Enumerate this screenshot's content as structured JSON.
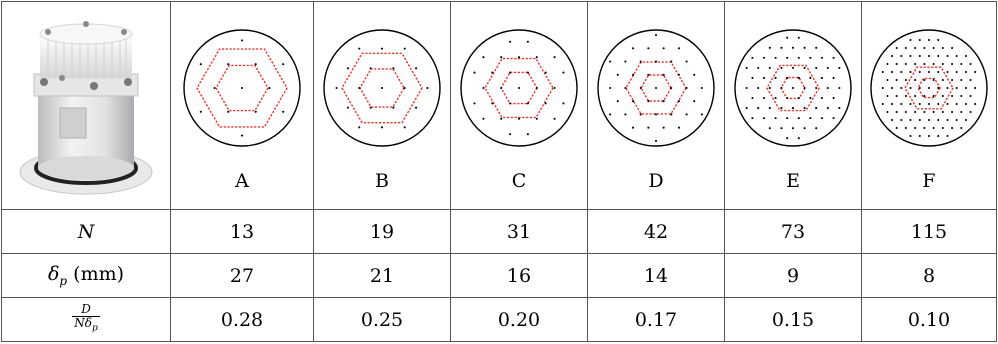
{
  "table": {
    "configs": [
      {
        "label": "A",
        "N": "13",
        "delta_p": "27",
        "ratio": "0.28"
      },
      {
        "label": "B",
        "N": "19",
        "delta_p": "21",
        "ratio": "0.25"
      },
      {
        "label": "C",
        "N": "31",
        "delta_p": "16",
        "ratio": "0.20"
      },
      {
        "label": "D",
        "N": "42",
        "delta_p": "14",
        "ratio": "0.17"
      },
      {
        "label": "E",
        "N": "73",
        "delta_p": "9",
        "ratio": "0.15"
      },
      {
        "label": "F",
        "N": "115",
        "delta_p": "8",
        "ratio": "0.10"
      }
    ],
    "row_labels": {
      "n_symbol": "N",
      "delta_symbol": "δ",
      "delta_sub": "p",
      "delta_unit": "(mm)",
      "ratio_num": "D",
      "ratio_den_n": "N",
      "ratio_den_delta": "δ",
      "ratio_den_sub": "p"
    }
  },
  "colors": {
    "hexagon": "#e8332c",
    "circle": "#000000",
    "border": "#555555",
    "points": "#000000"
  }
}
